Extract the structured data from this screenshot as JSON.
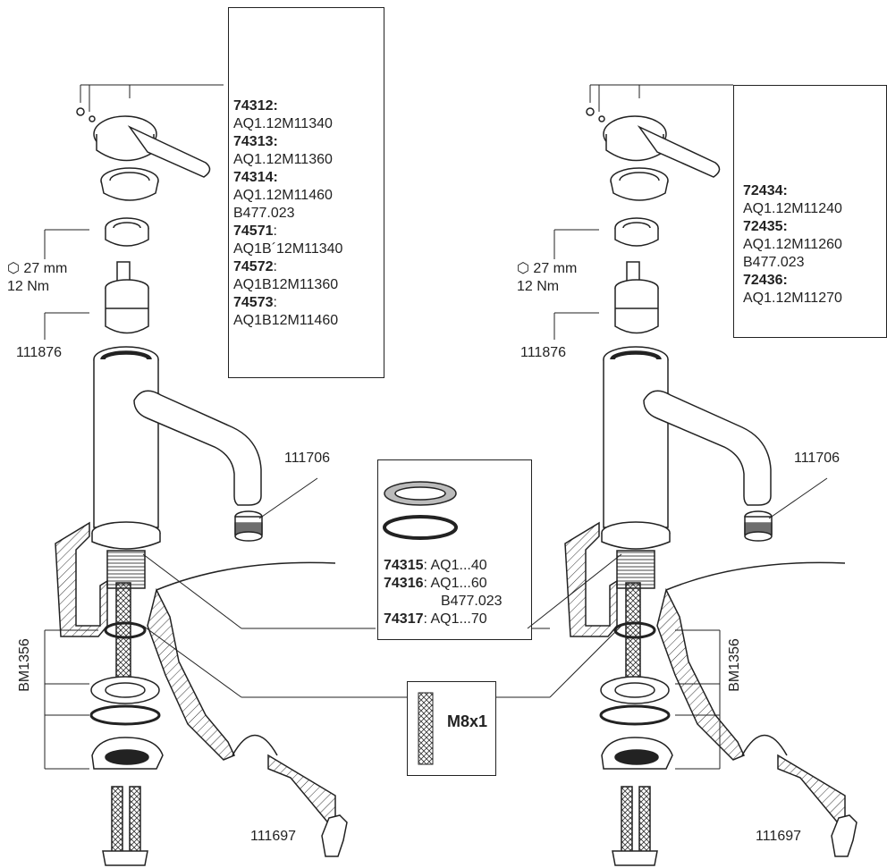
{
  "left_assembly": {
    "wrench_spec": [
      "⬡ 27 mm",
      "12 Nm"
    ],
    "cartridge_code": "111876",
    "aerator_code": "111706",
    "hose_bracket_code": "BM1356",
    "tool_code": "111697"
  },
  "right_assembly": {
    "wrench_spec": [
      "⬡ 27 mm",
      "12 Nm"
    ],
    "cartridge_code": "111876",
    "aerator_code": "111706",
    "hose_bracket_code": "BM1356",
    "tool_code": "111697"
  },
  "left_handle_box": {
    "entries": [
      {
        "code": "74312:",
        "part": "AQ1.12M11340"
      },
      {
        "code": "74313:",
        "part": "AQ1.12M11360"
      },
      {
        "code": "74314:",
        "part": "AQ1.12M11460",
        "extra": "B477.023"
      },
      {
        "code": "74571",
        "suffix": ":",
        "part": "AQ1B´12M11340"
      },
      {
        "code": "74572",
        "suffix": ":",
        "part": "AQ1B12M11360"
      },
      {
        "code": "74573",
        "suffix": ":",
        "part": "AQ1B12M11460"
      }
    ]
  },
  "right_handle_box": {
    "entries": [
      {
        "code": "72434:",
        "part": "AQ1.12M11240"
      },
      {
        "code": "72435:",
        "part": "AQ1.12M11260",
        "extra": "B477.023"
      },
      {
        "code": "72436:",
        "part": "AQ1.12M11270"
      }
    ]
  },
  "seal_box": {
    "entries": [
      {
        "code": "74315",
        "rest": ": AQ1...40"
      },
      {
        "code": "74316",
        "rest": ": AQ1...60"
      },
      {
        "extra": "B477.023"
      },
      {
        "code": "74317",
        "rest": ": AQ1...70"
      }
    ]
  },
  "hose_box": {
    "thread": "M8x1"
  }
}
